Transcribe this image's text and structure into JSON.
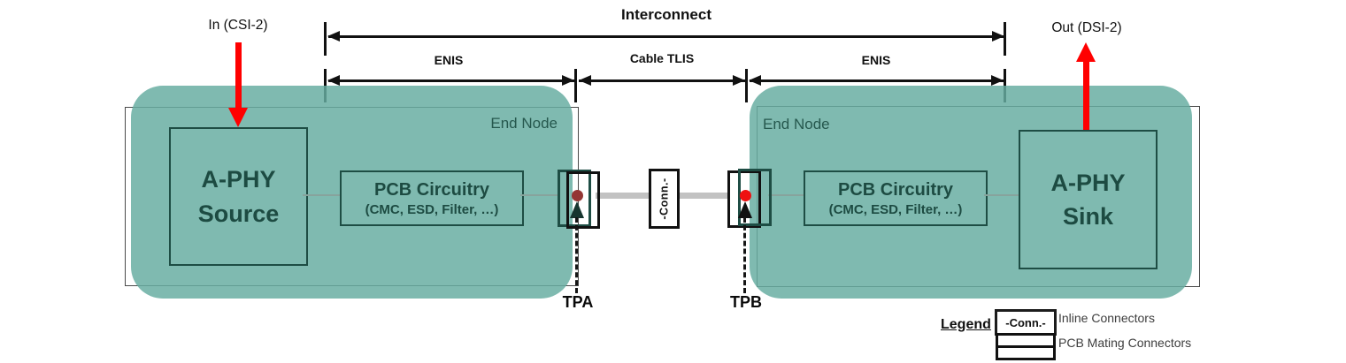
{
  "labels": {
    "interconnect": "Interconnect",
    "enis_left": "ENIS",
    "cable_tlis": "Cable TLIS",
    "enis_right": "ENIS",
    "in": "In (CSI-2)",
    "out": "Out (DSI-2)",
    "end_node_left": "End Node",
    "end_node_right": "End Node",
    "tpa": "TPA",
    "tpb": "TPB",
    "conn": "-Conn.-"
  },
  "blocks": {
    "source": {
      "line1": "A-PHY",
      "line2": "Source"
    },
    "sink": {
      "line1": "A-PHY",
      "line2": "Sink"
    },
    "pcb_left": {
      "title": "PCB Circuitry",
      "subtitle": "(CMC, ESD, Filter, …)"
    },
    "pcb_right": {
      "title": "PCB Circuitry",
      "subtitle": "(CMC, ESD, Filter, …)"
    }
  },
  "legend": {
    "title": "Legend",
    "inline_symbol": "-Conn.-",
    "items": [
      {
        "label": "Inline Connectors"
      },
      {
        "label": "PCB Mating Connectors"
      }
    ]
  },
  "colors": {
    "node_fill": "#7fb9ae",
    "dark_teal": "#1e4d44",
    "arrow_red": "#ff0000",
    "tpa_dot": "#943634",
    "tpb_dot": "#ee1111",
    "cable_gray": "#c2c2c2"
  }
}
